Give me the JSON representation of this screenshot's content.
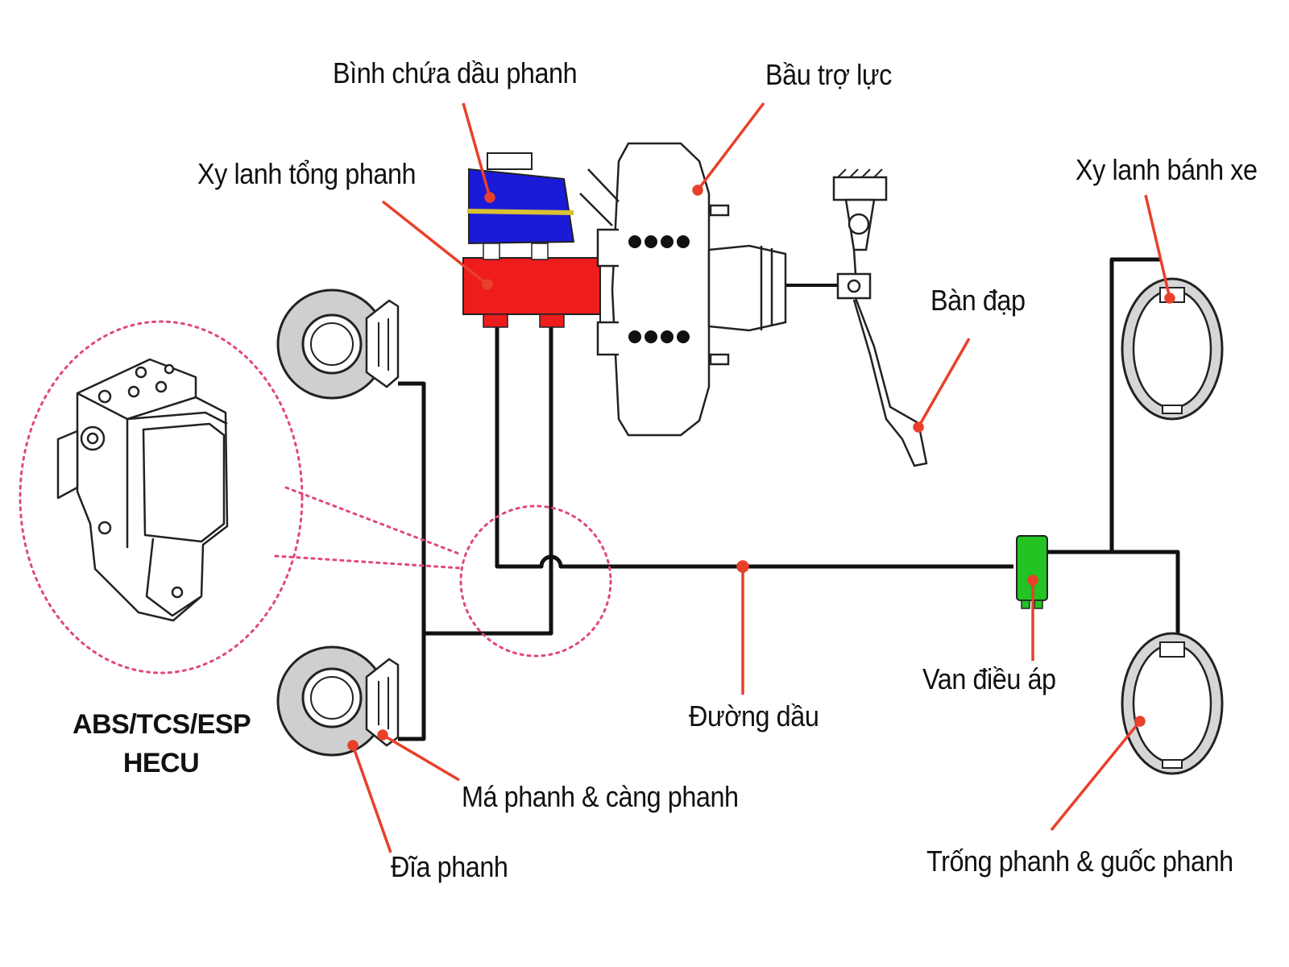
{
  "labels": {
    "reservoir": "Bình chứa dầu phanh",
    "booster": "Bầu trợ lực",
    "master_cylinder": "Xy lanh tổng phanh",
    "wheel_cylinder": "Xy lanh bánh xe",
    "pedal": "Bàn đạp",
    "abs_line1": "ABS/TCS/ESP",
    "abs_line2": "HECU",
    "proportioning_valve": "Van điều áp",
    "brake_line": "Đường dầu",
    "pads_caliper": "Má phanh & càng phanh",
    "disc": "Đĩa phanh",
    "drum_shoes": "Trống phanh & guốc phanh"
  },
  "colors": {
    "leader": "#e8402a",
    "reservoir": "#1a1ad8",
    "master_cylinder": "#ee1c1c",
    "valve": "#22c322",
    "disc": "#cfcfcf",
    "drum": "#d6d6d6",
    "dotted_circle": "#e0487a",
    "line": "#111111"
  }
}
